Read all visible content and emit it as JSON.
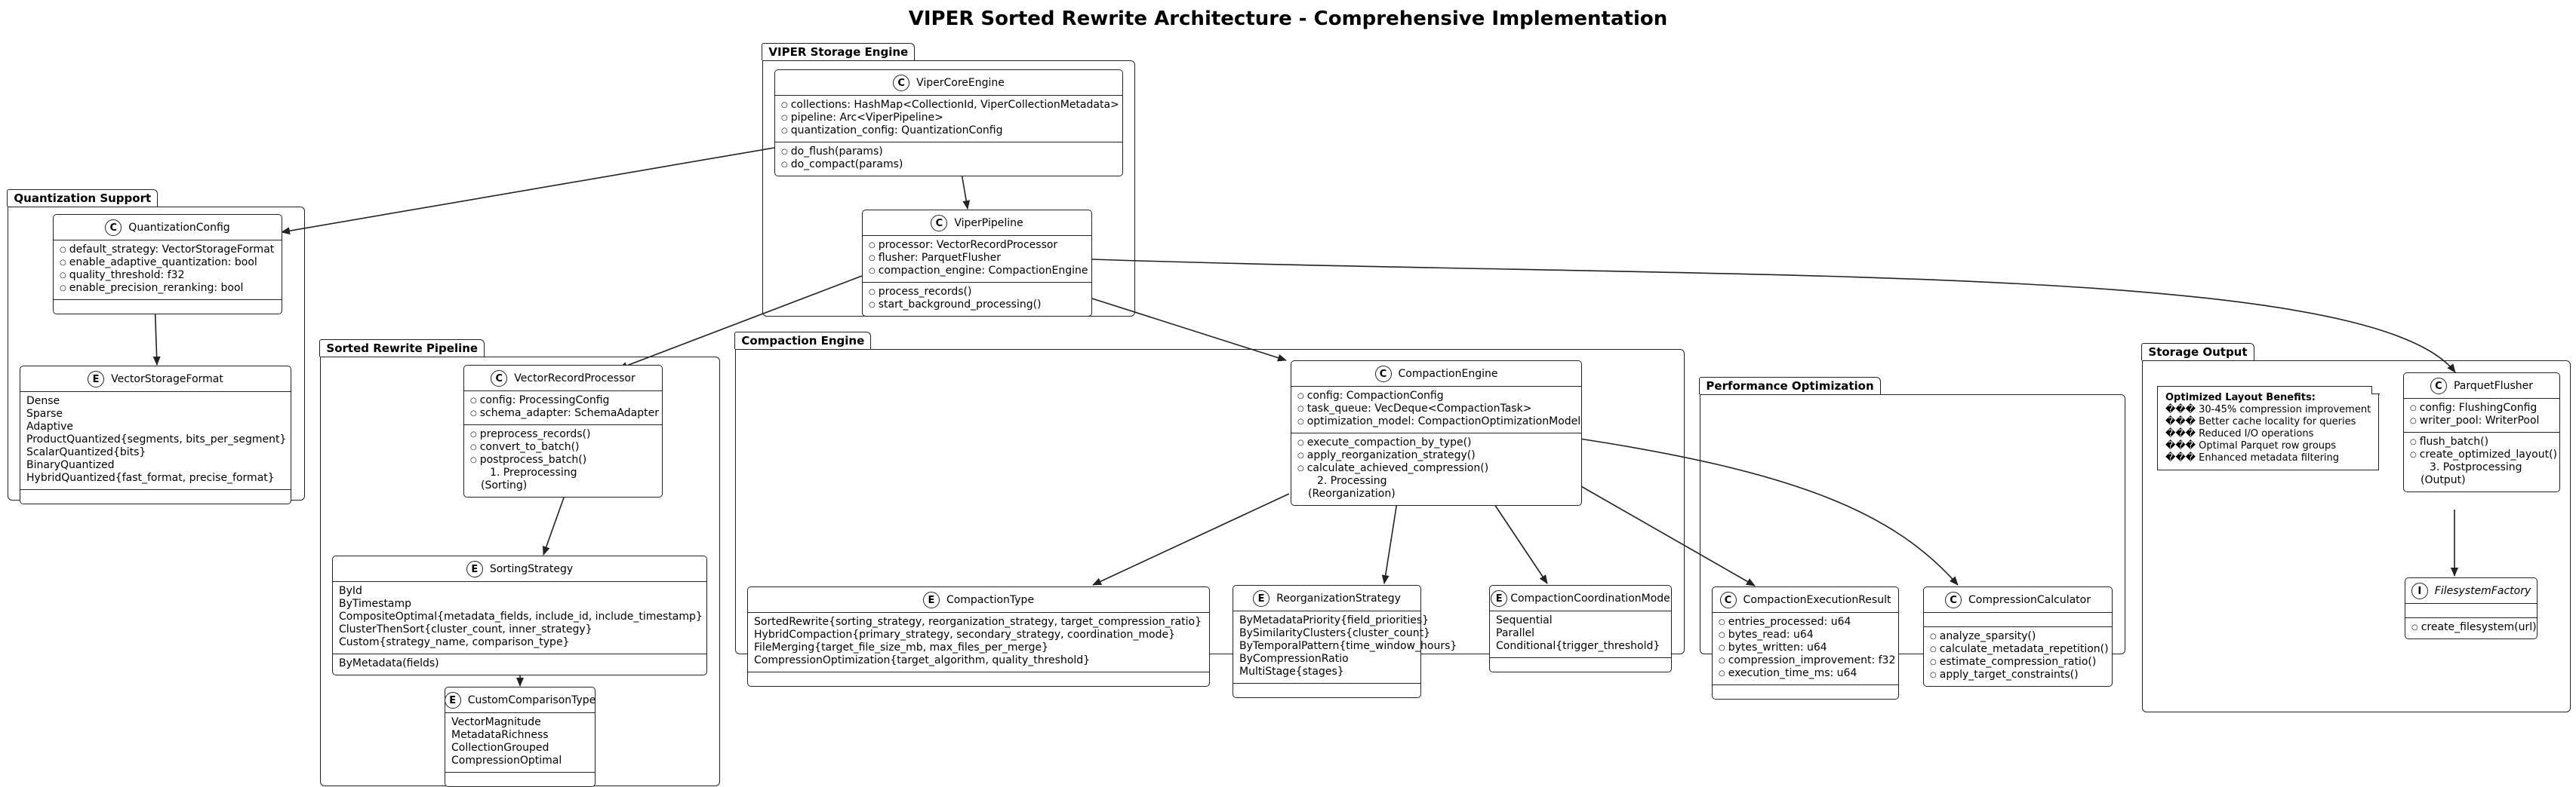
{
  "title": "VIPER Sorted Rewrite Architecture - Comprehensive Implementation",
  "packages": {
    "viper": "VIPER Storage Engine",
    "quant": "Quantization Support",
    "sorted": "Sorted Rewrite Pipeline",
    "compaction": "Compaction Engine",
    "perf": "Performance Optimization",
    "storage": "Storage Output"
  },
  "classes": {
    "core": {
      "kind": "C",
      "name": "ViperCoreEngine",
      "fields": [
        "collections: HashMap<CollectionId, ViperCollectionMetadata>",
        "pipeline: Arc<ViperPipeline>",
        "quantization_config: QuantizationConfig"
      ],
      "methods": [
        "do_flush(params)",
        "do_compact(params)"
      ]
    },
    "pipeline": {
      "kind": "C",
      "name": "ViperPipeline",
      "fields": [
        "processor: VectorRecordProcessor",
        "flusher: ParquetFlusher",
        "compaction_engine: CompactionEngine"
      ],
      "methods": [
        "process_records()",
        "start_background_processing()"
      ]
    },
    "qconfig": {
      "kind": "C",
      "name": "QuantizationConfig",
      "fields": [
        "default_strategy: VectorStorageFormat",
        "enable_adaptive_quantization: bool",
        "quality_threshold: f32",
        "enable_precision_reranking: bool"
      ]
    },
    "vsf": {
      "kind": "E",
      "name": "VectorStorageFormat",
      "values": [
        "Dense",
        "Sparse",
        "Adaptive",
        "ProductQuantized{segments, bits_per_segment}",
        "ScalarQuantized{bits}",
        "BinaryQuantized",
        "HybridQuantized{fast_format, precise_format}"
      ]
    },
    "vrp": {
      "kind": "C",
      "name": "VectorRecordProcessor",
      "fields": [
        "config: ProcessingConfig",
        "schema_adapter: SchemaAdapter"
      ],
      "methods": [
        "preprocess_records()",
        "convert_to_batch()",
        "postprocess_batch()"
      ],
      "notes": [
        "1. Preprocessing",
        "(Sorting)"
      ]
    },
    "sorting": {
      "kind": "E",
      "name": "SortingStrategy",
      "values": [
        "ById",
        "ByTimestamp",
        "CompositeOptimal{metadata_fields, include_id, include_timestamp}",
        "ClusterThenSort{cluster_count, inner_strategy}",
        "Custom{strategy_name, comparison_type}"
      ],
      "extra": [
        "ByMetadata(fields)"
      ]
    },
    "cct": {
      "kind": "E",
      "name": "CustomComparisonType",
      "values": [
        "VectorMagnitude",
        "MetadataRichness",
        "CollectionGrouped",
        "CompressionOptimal"
      ]
    },
    "ce": {
      "kind": "C",
      "name": "CompactionEngine",
      "fields": [
        "config: CompactionConfig",
        "task_queue: VecDeque<CompactionTask>",
        "optimization_model: CompactionOptimizationModel"
      ],
      "methods": [
        "execute_compaction_by_type()",
        "apply_reorganization_strategy()",
        "calculate_achieved_compression()"
      ],
      "notes": [
        "2. Processing",
        "(Reorganization)"
      ]
    },
    "ctype": {
      "kind": "E",
      "name": "CompactionType",
      "values": [
        "SortedRewrite{sorting_strategy, reorganization_strategy, target_compression_ratio}",
        "HybridCompaction{primary_strategy, secondary_strategy, coordination_mode}",
        "FileMerging{target_file_size_mb, max_files_per_merge}",
        "CompressionOptimization{target_algorithm, quality_threshold}"
      ]
    },
    "reorg": {
      "kind": "E",
      "name": "ReorganizationStrategy",
      "values": [
        "ByMetadataPriority{field_priorities}",
        "BySimilarityClusters{cluster_count}",
        "ByTemporalPattern{time_window_hours}",
        "ByCompressionRatio",
        "MultiStage{stages}"
      ]
    },
    "ccm": {
      "kind": "E",
      "name": "CompactionCoordinationMode",
      "values": [
        "Sequential",
        "Parallel",
        "Conditional{trigger_threshold}"
      ]
    },
    "cer": {
      "kind": "C",
      "name": "CompactionExecutionResult",
      "fields": [
        "entries_processed: u64",
        "bytes_read: u64",
        "bytes_written: u64",
        "compression_improvement: f32",
        "execution_time_ms: u64"
      ]
    },
    "cc": {
      "kind": "C",
      "name": "CompressionCalculator",
      "methods": [
        "analyze_sparsity()",
        "calculate_metadata_repetition()",
        "estimate_compression_ratio()",
        "apply_target_constraints()"
      ]
    },
    "pf": {
      "kind": "C",
      "name": "ParquetFlusher",
      "fields": [
        "config: FlushingConfig",
        "writer_pool: WriterPool"
      ],
      "methods": [
        "flush_batch()",
        "create_optimized_layout()"
      ],
      "notes": [
        "3. Postprocessing",
        "(Output)"
      ]
    },
    "fsf": {
      "kind": "I",
      "name": "FilesystemFactory",
      "methods": [
        "create_filesystem(url)"
      ]
    }
  },
  "note": {
    "title": "Optimized Layout Benefits:",
    "lines": [
      "��� 30-45% compression improvement",
      "��� Better cache locality for queries",
      "��� Reduced I/O operations",
      "��� Optimal Parquet row groups",
      "��� Enhanced metadata filtering"
    ]
  }
}
